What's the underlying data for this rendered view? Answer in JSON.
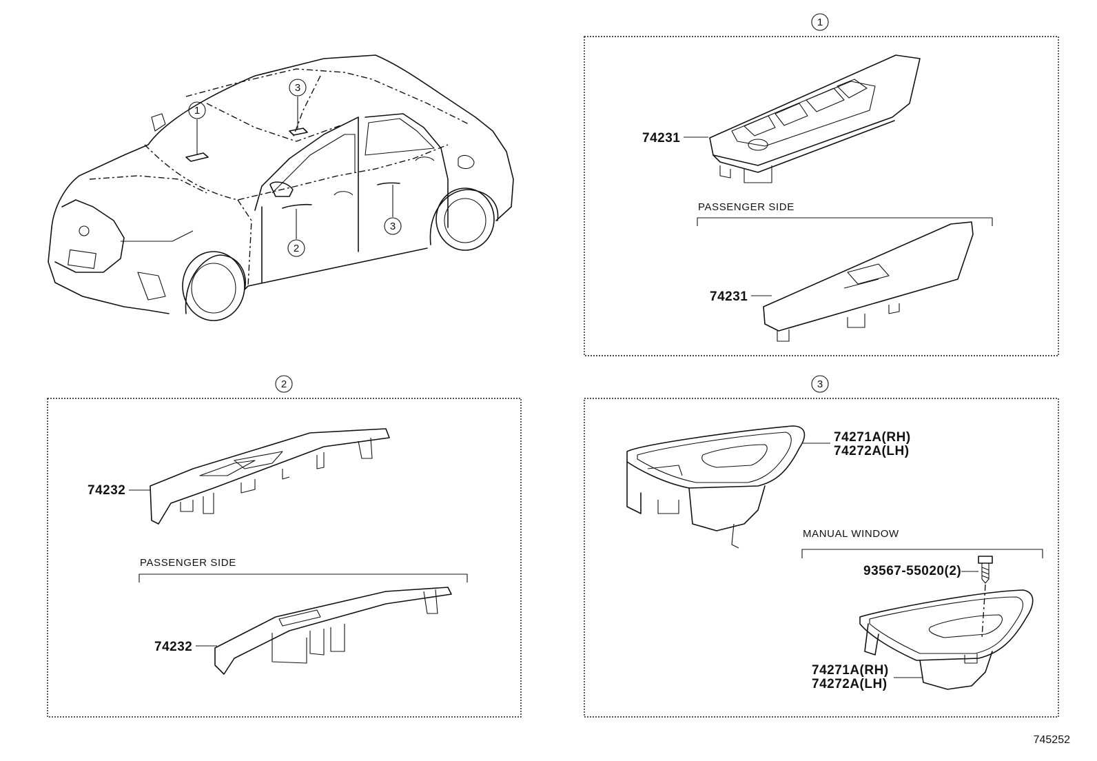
{
  "callouts": {
    "c1": "1",
    "c2": "2",
    "c3": "3"
  },
  "panel1": {
    "part_driver": "74231",
    "section_label": "PASSENGER SIDE",
    "part_passenger": "74231"
  },
  "panel2": {
    "part_driver": "74232",
    "section_label": "PASSENGER SIDE",
    "part_passenger": "74232"
  },
  "panel3": {
    "part_rh": "74271A(RH)",
    "part_lh": "74272A(LH)",
    "section_label": "MANUAL WINDOW",
    "screw": "93567-55020(2)",
    "part_rh_2": "74271A(RH)",
    "part_lh_2": "74272A(LH)"
  },
  "diagram_id": "745252"
}
